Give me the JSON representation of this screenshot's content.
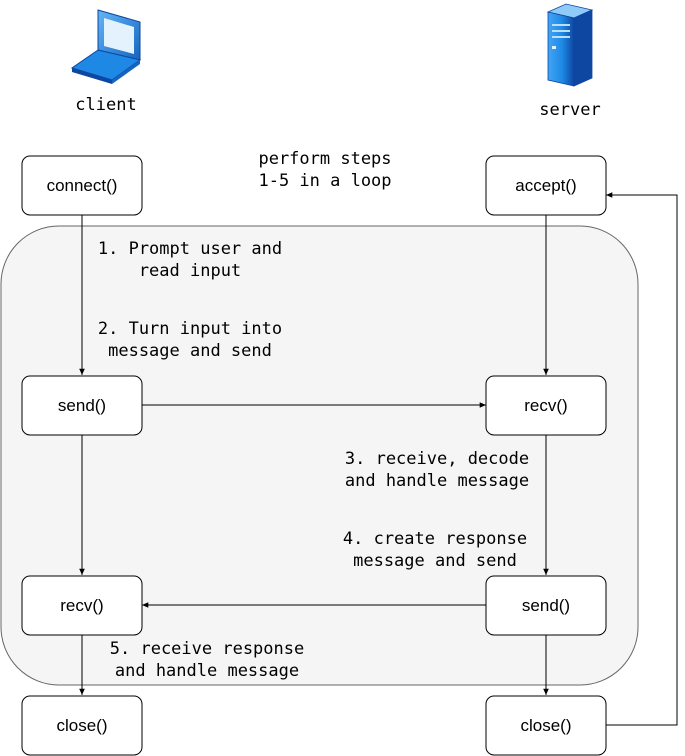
{
  "actors": {
    "client": {
      "label": "client",
      "icon": "laptop-icon"
    },
    "server": {
      "label": "server",
      "icon": "server-tower-icon"
    }
  },
  "loop_note": {
    "line1": "perform steps",
    "line2": "1-5 in a loop"
  },
  "boxes": {
    "connect": "connect()",
    "accept": "accept()",
    "client_send": "send()",
    "server_recv": "recv()",
    "client_recv": "recv()",
    "server_send": "send()",
    "client_close": "close()",
    "server_close": "close()"
  },
  "steps": {
    "s1": {
      "line1": "1. Prompt user and",
      "line2": "read input"
    },
    "s2": {
      "line1": "2. Turn input into",
      "line2": "message and send"
    },
    "s3": {
      "line1": "3. receive, decode",
      "line2": "and handle message"
    },
    "s4": {
      "line1": "4. create response",
      "line2": "message and send"
    },
    "s5": {
      "line1": "5. receive response",
      "line2": "and handle message"
    }
  },
  "colors": {
    "stroke": "#000000",
    "loop_fill": "#f5f5f5",
    "loop_stroke": "#666666",
    "icon_blue": "#1e88e5",
    "icon_light": "#64b5f6",
    "icon_dark": "#0d47a1"
  }
}
